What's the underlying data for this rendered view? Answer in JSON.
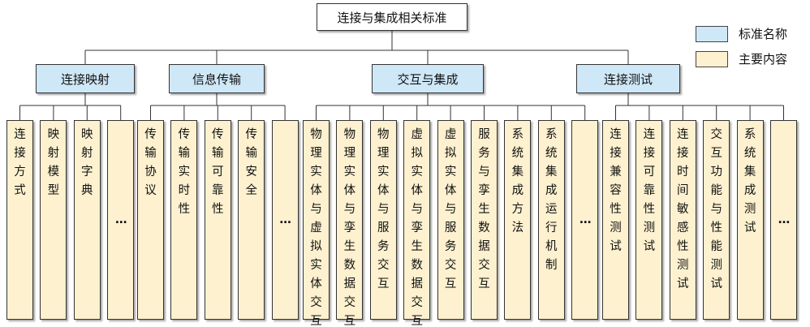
{
  "diagram": {
    "root": "连接与集成相关标准",
    "legend": [
      {
        "label": "标准名称",
        "color": "#cfe8f8"
      },
      {
        "label": "主要内容",
        "color": "#fdf1cf"
      }
    ],
    "categories": [
      {
        "label": "连接映射",
        "items": [
          "连接方式",
          "映射模型",
          "映射字典",
          "…"
        ]
      },
      {
        "label": "信息传输",
        "items": [
          "传输协议",
          "传输实时性",
          "传输可靠性",
          "传输安全",
          "…"
        ]
      },
      {
        "label": "交互与集成",
        "items": [
          "物理实体与虚拟实体交互",
          "物理实体与孪生数据交互",
          "物理实体与服务交互",
          "虚拟实体与孪生数据交互",
          "虚拟实体与服务交互",
          "服务与孪生数据交互",
          "系统集成方法",
          "系统集成运行机制",
          "…"
        ]
      },
      {
        "label": "连接测试",
        "items": [
          "连接兼容性测试",
          "连接可靠性测试",
          "连接时间敏感性测试",
          "交互功能与性能测试",
          "系统集成测试",
          "…"
        ]
      }
    ],
    "colors": {
      "category_fill": "#cfe8f8",
      "item_fill": "#fdf1cf",
      "line": "#333333"
    }
  }
}
